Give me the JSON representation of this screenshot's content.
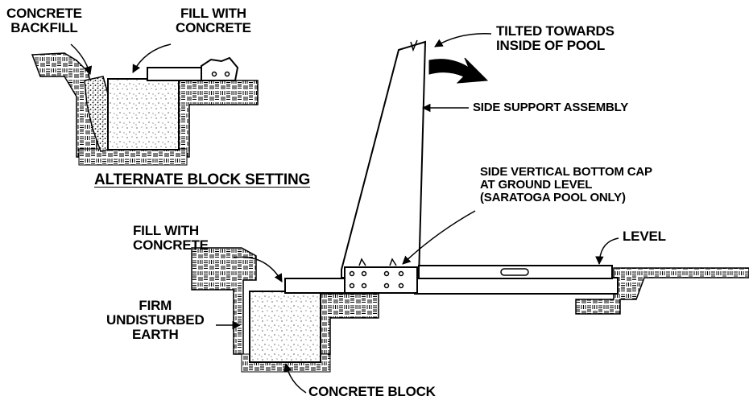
{
  "labels": {
    "concrete_backfill": "CONCRETE\nBACKFILL",
    "fill_with_concrete_top": "FILL WITH\nCONCRETE",
    "alternate_block_setting": "ALTERNATE BLOCK SETTING",
    "tilted_towards": "TILTED TOWARDS\nINSIDE OF POOL",
    "side_support_assembly": "SIDE SUPPORT ASSEMBLY",
    "side_vertical_bottom_cap": "SIDE VERTICAL BOTTOM CAP\nAT GROUND LEVEL\n(SARATOGA POOL ONLY)",
    "fill_with_concrete_main": "FILL WITH\nCONCRETE",
    "level": "LEVEL",
    "firm_undisturbed_earth": "FIRM\nUNDISTURBED\nEARTH",
    "concrete_block": "CONCRETE BLOCK"
  },
  "colors": {
    "ink": "#000000",
    "paper": "#ffffff"
  }
}
